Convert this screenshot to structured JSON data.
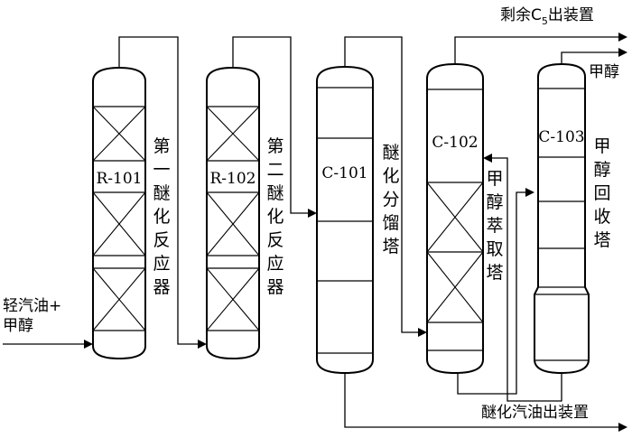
{
  "equipment": {
    "r101": {
      "id": "R-101",
      "name": [
        "第",
        "一",
        "醚",
        "化",
        "反",
        "应",
        "器"
      ]
    },
    "r102": {
      "id": "R-102",
      "name": [
        "第",
        "二",
        "醚",
        "化",
        "反",
        "应",
        "器"
      ]
    },
    "c101": {
      "id": "C-101",
      "name": [
        "醚",
        "化",
        "分",
        "馏",
        "塔"
      ]
    },
    "c102": {
      "id": "C-102",
      "name": [
        "甲",
        "醇",
        "萃",
        "取",
        "塔"
      ]
    },
    "c103": {
      "id": "C-103",
      "name": [
        "甲",
        "醇",
        "回",
        "收",
        "塔"
      ]
    }
  },
  "streams": {
    "feed_line1": "轻汽油+",
    "feed_line2": "甲醇",
    "c5_prefix": "剩余C",
    "c5_sub": "5",
    "c5_suffix": "出装置",
    "methanol": "甲醇",
    "product": "醚化汽油出装置"
  }
}
